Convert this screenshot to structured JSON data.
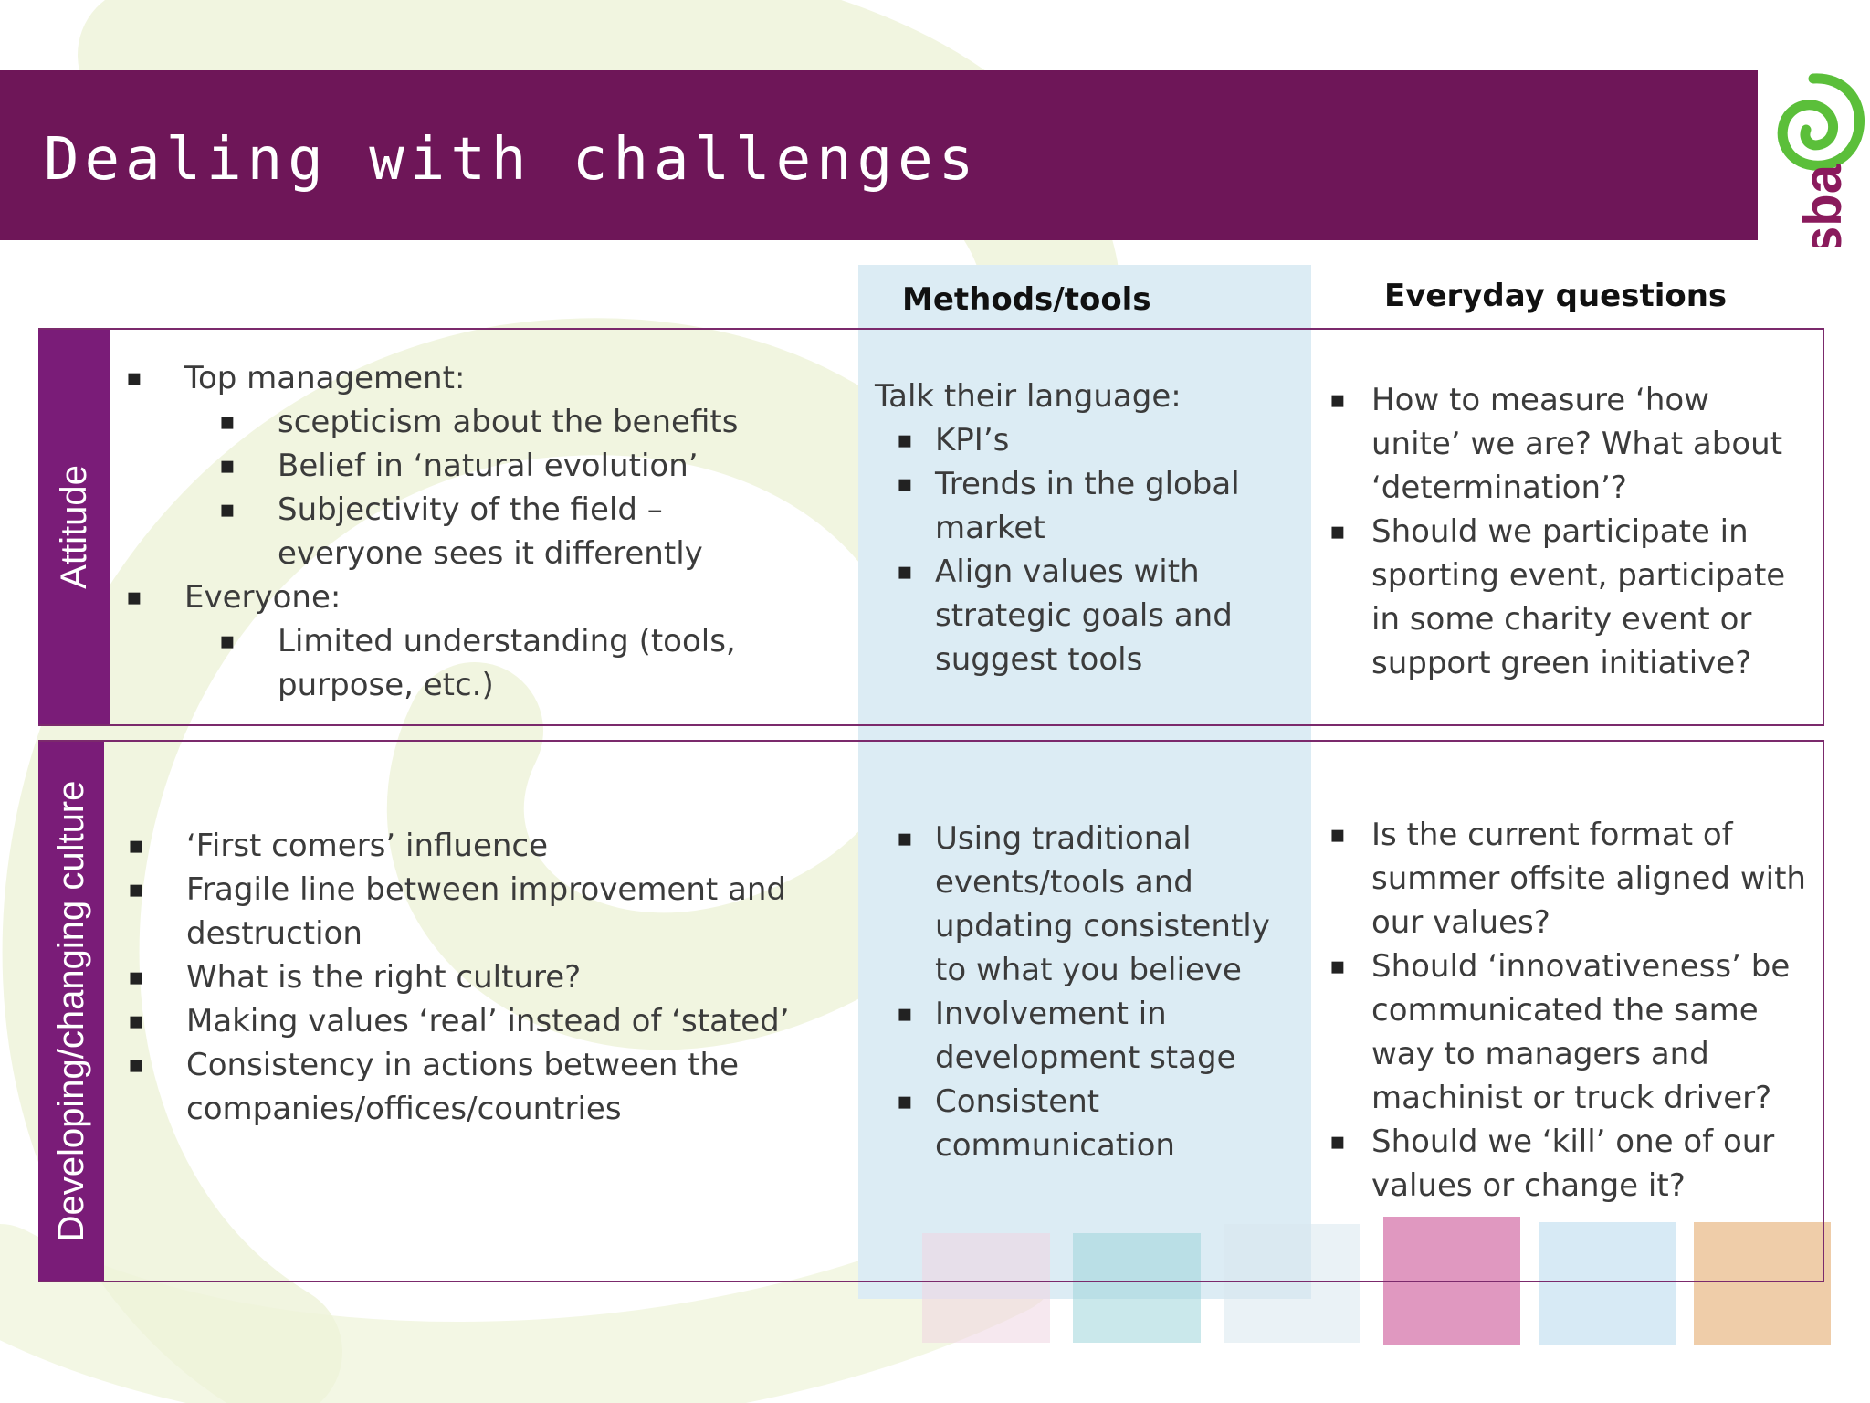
{
  "slide": {
    "title": "Dealing with challenges",
    "logo_text": "sba",
    "colors": {
      "accent": "#6e1658",
      "band": "#7a1c78",
      "methods_bg": "#dcecf4",
      "logo_green": "#5bbf3a"
    }
  },
  "table": {
    "headers": {
      "methods": "Methods/tools",
      "questions": "Everyday questions"
    },
    "rows": [
      {
        "label": "Attitude",
        "challenges": [
          {
            "text": "Top management:",
            "level": 1
          },
          {
            "text": "scepticism about the benefits",
            "level": 2
          },
          {
            "text": "Belief in ‘natural evolution’",
            "level": 2
          },
          {
            "text": "Subjectivity of the field – everyone sees it differently",
            "level": 2
          },
          {
            "text": "Everyone:",
            "level": 1
          },
          {
            "text": "Limited understanding (tools, purpose, etc.)",
            "level": 2
          }
        ],
        "methods_intro": "Talk their language:",
        "methods": [
          "KPI’s",
          "Trends in the global market",
          "Align values with strategic goals and suggest tools"
        ],
        "questions": [
          "How to measure ‘how unite’ we are? What about ‘determination’?",
          "Should we participate in sporting event, participate in some charity event or support green initiative?"
        ]
      },
      {
        "label": "Developing/changing culture",
        "challenges": [
          {
            "text": "‘First comers’ influence",
            "level": 1
          },
          {
            "text": "Fragile line between improvement and destruction",
            "level": 1
          },
          {
            "text": "What is the right culture?",
            "level": 1
          },
          {
            "text": "Making values ‘real’ instead of ‘stated’",
            "level": 1
          },
          {
            "text": "Consistency in actions between the companies/offices/countries",
            "level": 1
          }
        ],
        "methods": [
          "Using traditional events/tools and updating consistently to what you believe",
          "Involvement in development stage",
          "Consistent communication"
        ],
        "questions": [
          "Is the current format of summer offsite aligned with our values?",
          "Should ‘innovativeness’ be communicated the same way to managers and machinist or truck driver?",
          "Should we ‘kill’ one of our values or change it?"
        ]
      }
    ]
  }
}
